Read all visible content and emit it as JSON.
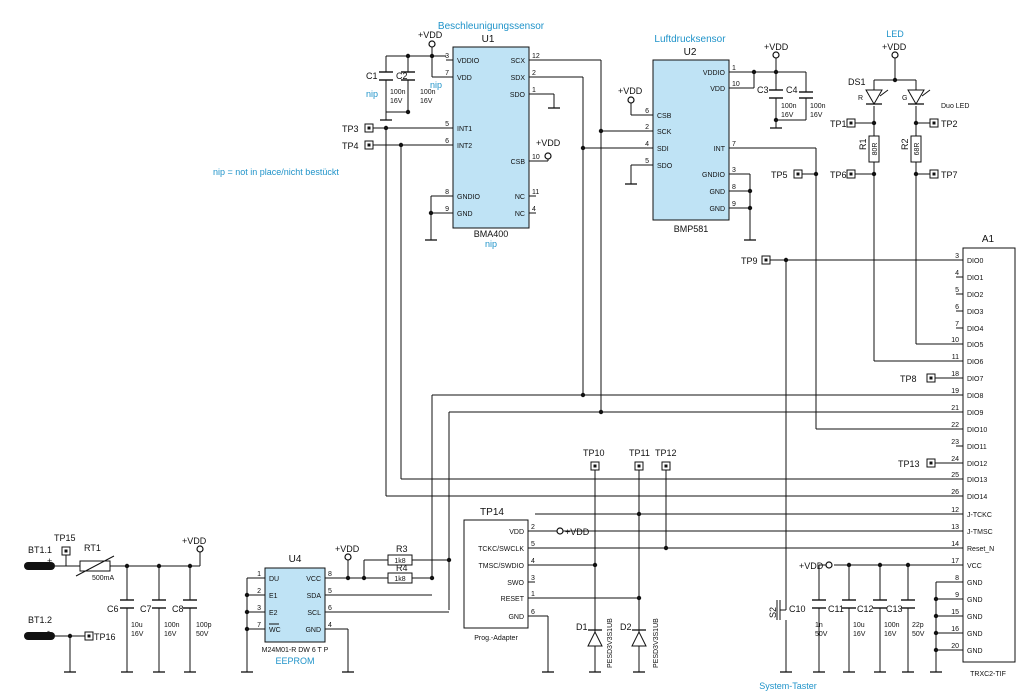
{
  "u1": {
    "title": "Beschleunigungssensor",
    "ref": "U1",
    "part": "BMA400",
    "note": "nip",
    "left_pins": [
      {
        "num": "3",
        "name": "VDDIO"
      },
      {
        "num": "7",
        "name": "VDD"
      },
      {
        "num": "5",
        "name": "INT1"
      },
      {
        "num": "6",
        "name": "INT2"
      },
      {
        "num": "8",
        "name": "GNDIO"
      },
      {
        "num": "9",
        "name": "GND"
      }
    ],
    "right_pins": [
      {
        "num": "12",
        "name": "SCX"
      },
      {
        "num": "2",
        "name": "SDX"
      },
      {
        "num": "1",
        "name": "SDO"
      },
      {
        "num": "10",
        "name": "CSB"
      },
      {
        "num": "11",
        "name": "NC"
      },
      {
        "num": "4",
        "name": "NC"
      }
    ]
  },
  "u2": {
    "title": "Luftdrucksensor",
    "ref": "U2",
    "part": "BMP581",
    "left_pins": [
      {
        "num": "6",
        "name": "CSB"
      },
      {
        "num": "2",
        "name": "SCK"
      },
      {
        "num": "4",
        "name": "SDI"
      },
      {
        "num": "5",
        "name": "SDO"
      }
    ],
    "right_pins": [
      {
        "num": "1",
        "name": "VDDIO"
      },
      {
        "num": "10",
        "name": "VDD"
      },
      {
        "num": "7",
        "name": "INT"
      },
      {
        "num": "3",
        "name": "GNDIO"
      },
      {
        "num": "8",
        "name": "GND"
      },
      {
        "num": "9",
        "name": "GND"
      }
    ]
  },
  "u4": {
    "ref": "U4",
    "part": "M24M01-R DW 6 T P",
    "title": "EEPROM",
    "left_pins": [
      {
        "num": "1",
        "name": "DU"
      },
      {
        "num": "2",
        "name": "E1"
      },
      {
        "num": "3",
        "name": "E2"
      },
      {
        "num": "7",
        "name": "WC"
      }
    ],
    "right_pins": [
      {
        "num": "8",
        "name": "VCC"
      },
      {
        "num": "5",
        "name": "SDA"
      },
      {
        "num": "6",
        "name": "SCL"
      },
      {
        "num": "4",
        "name": "GND"
      }
    ]
  },
  "a1": {
    "ref": "A1",
    "part": "TRXC2-TIF",
    "pins": [
      {
        "num": "3",
        "name": "DIO0"
      },
      {
        "num": "4",
        "name": "DIO1"
      },
      {
        "num": "5",
        "name": "DIO2"
      },
      {
        "num": "6",
        "name": "DIO3"
      },
      {
        "num": "7",
        "name": "DIO4"
      },
      {
        "num": "10",
        "name": "DIO5"
      },
      {
        "num": "11",
        "name": "DIO6"
      },
      {
        "num": "18",
        "name": "DIO7"
      },
      {
        "num": "19",
        "name": "DIO8"
      },
      {
        "num": "21",
        "name": "DIO9"
      },
      {
        "num": "22",
        "name": "DIO10"
      },
      {
        "num": "23",
        "name": "DIO11"
      },
      {
        "num": "24",
        "name": "DIO12"
      },
      {
        "num": "25",
        "name": "DIO13"
      },
      {
        "num": "26",
        "name": "DIO14"
      },
      {
        "num": "12",
        "name": "J-TCKC"
      },
      {
        "num": "13",
        "name": "J-TMSC"
      },
      {
        "num": "14",
        "name": "Reset_N"
      },
      {
        "num": "17",
        "name": "VCC"
      },
      {
        "num": "8",
        "name": "GND"
      },
      {
        "num": "9",
        "name": "GND"
      },
      {
        "num": "15",
        "name": "GND"
      },
      {
        "num": "16",
        "name": "GND"
      },
      {
        "num": "20",
        "name": "GND"
      }
    ]
  },
  "tp14": {
    "ref": "TP14",
    "label": "Prog.-Adapter",
    "pins": [
      {
        "num": "2",
        "name": "VDD"
      },
      {
        "num": "5",
        "name": "TCKC/SWCLK"
      },
      {
        "num": "4",
        "name": "TMSC/SWDIO"
      },
      {
        "num": "3",
        "name": "SWO"
      },
      {
        "num": "1",
        "name": "RESET"
      },
      {
        "num": "6",
        "name": "GND"
      }
    ]
  },
  "power_label": "+VDD",
  "testpoints": [
    "TP1",
    "TP2",
    "TP3",
    "TP4",
    "TP5",
    "TP6",
    "TP7",
    "TP8",
    "TP9",
    "TP10",
    "TP11",
    "TP12",
    "TP13",
    "TP15",
    "TP16"
  ],
  "led": {
    "title": "LED",
    "ref": "DS1",
    "red": "R",
    "green": "G",
    "desc": "Duo LED"
  },
  "resistors": [
    {
      "ref": "R1",
      "value": "80R"
    },
    {
      "ref": "R2",
      "value": "68R"
    },
    {
      "ref": "R3",
      "value": "1k8"
    },
    {
      "ref": "R4",
      "value": "1k8"
    }
  ],
  "caps": [
    {
      "ref": "C1",
      "v1": "100n",
      "v2": "16V",
      "note": "nip"
    },
    {
      "ref": "C2",
      "v1": "100n",
      "v2": "16V",
      "note": "nip"
    },
    {
      "ref": "C3",
      "v1": "100n",
      "v2": "16V"
    },
    {
      "ref": "C4",
      "v1": "100n",
      "v2": "16V"
    },
    {
      "ref": "C6",
      "v1": "10u",
      "v2": "16V"
    },
    {
      "ref": "C7",
      "v1": "100n",
      "v2": "16V"
    },
    {
      "ref": "C8",
      "v1": "100p",
      "v2": "50V"
    },
    {
      "ref": "C10",
      "v1": "1n",
      "v2": "50V"
    },
    {
      "ref": "C11",
      "v1": "10u",
      "v2": "16V"
    },
    {
      "ref": "C12",
      "v1": "100n",
      "v2": "16V"
    },
    {
      "ref": "C13",
      "v1": "22p",
      "v2": "50V"
    }
  ],
  "diodes": [
    {
      "ref": "D1",
      "part": "PESD3V3S1UB"
    },
    {
      "ref": "D2",
      "part": "PESD3V3S1UB"
    }
  ],
  "rt1": {
    "ref": "RT1",
    "value": "500mA"
  },
  "battery": {
    "bt11": "BT1.1",
    "plus": "+",
    "bt12": "BT1.2",
    "minus": "-"
  },
  "switch": {
    "ref": "S2",
    "title": "System-Taster"
  },
  "note": "nip = not in place/nicht bestückt"
}
